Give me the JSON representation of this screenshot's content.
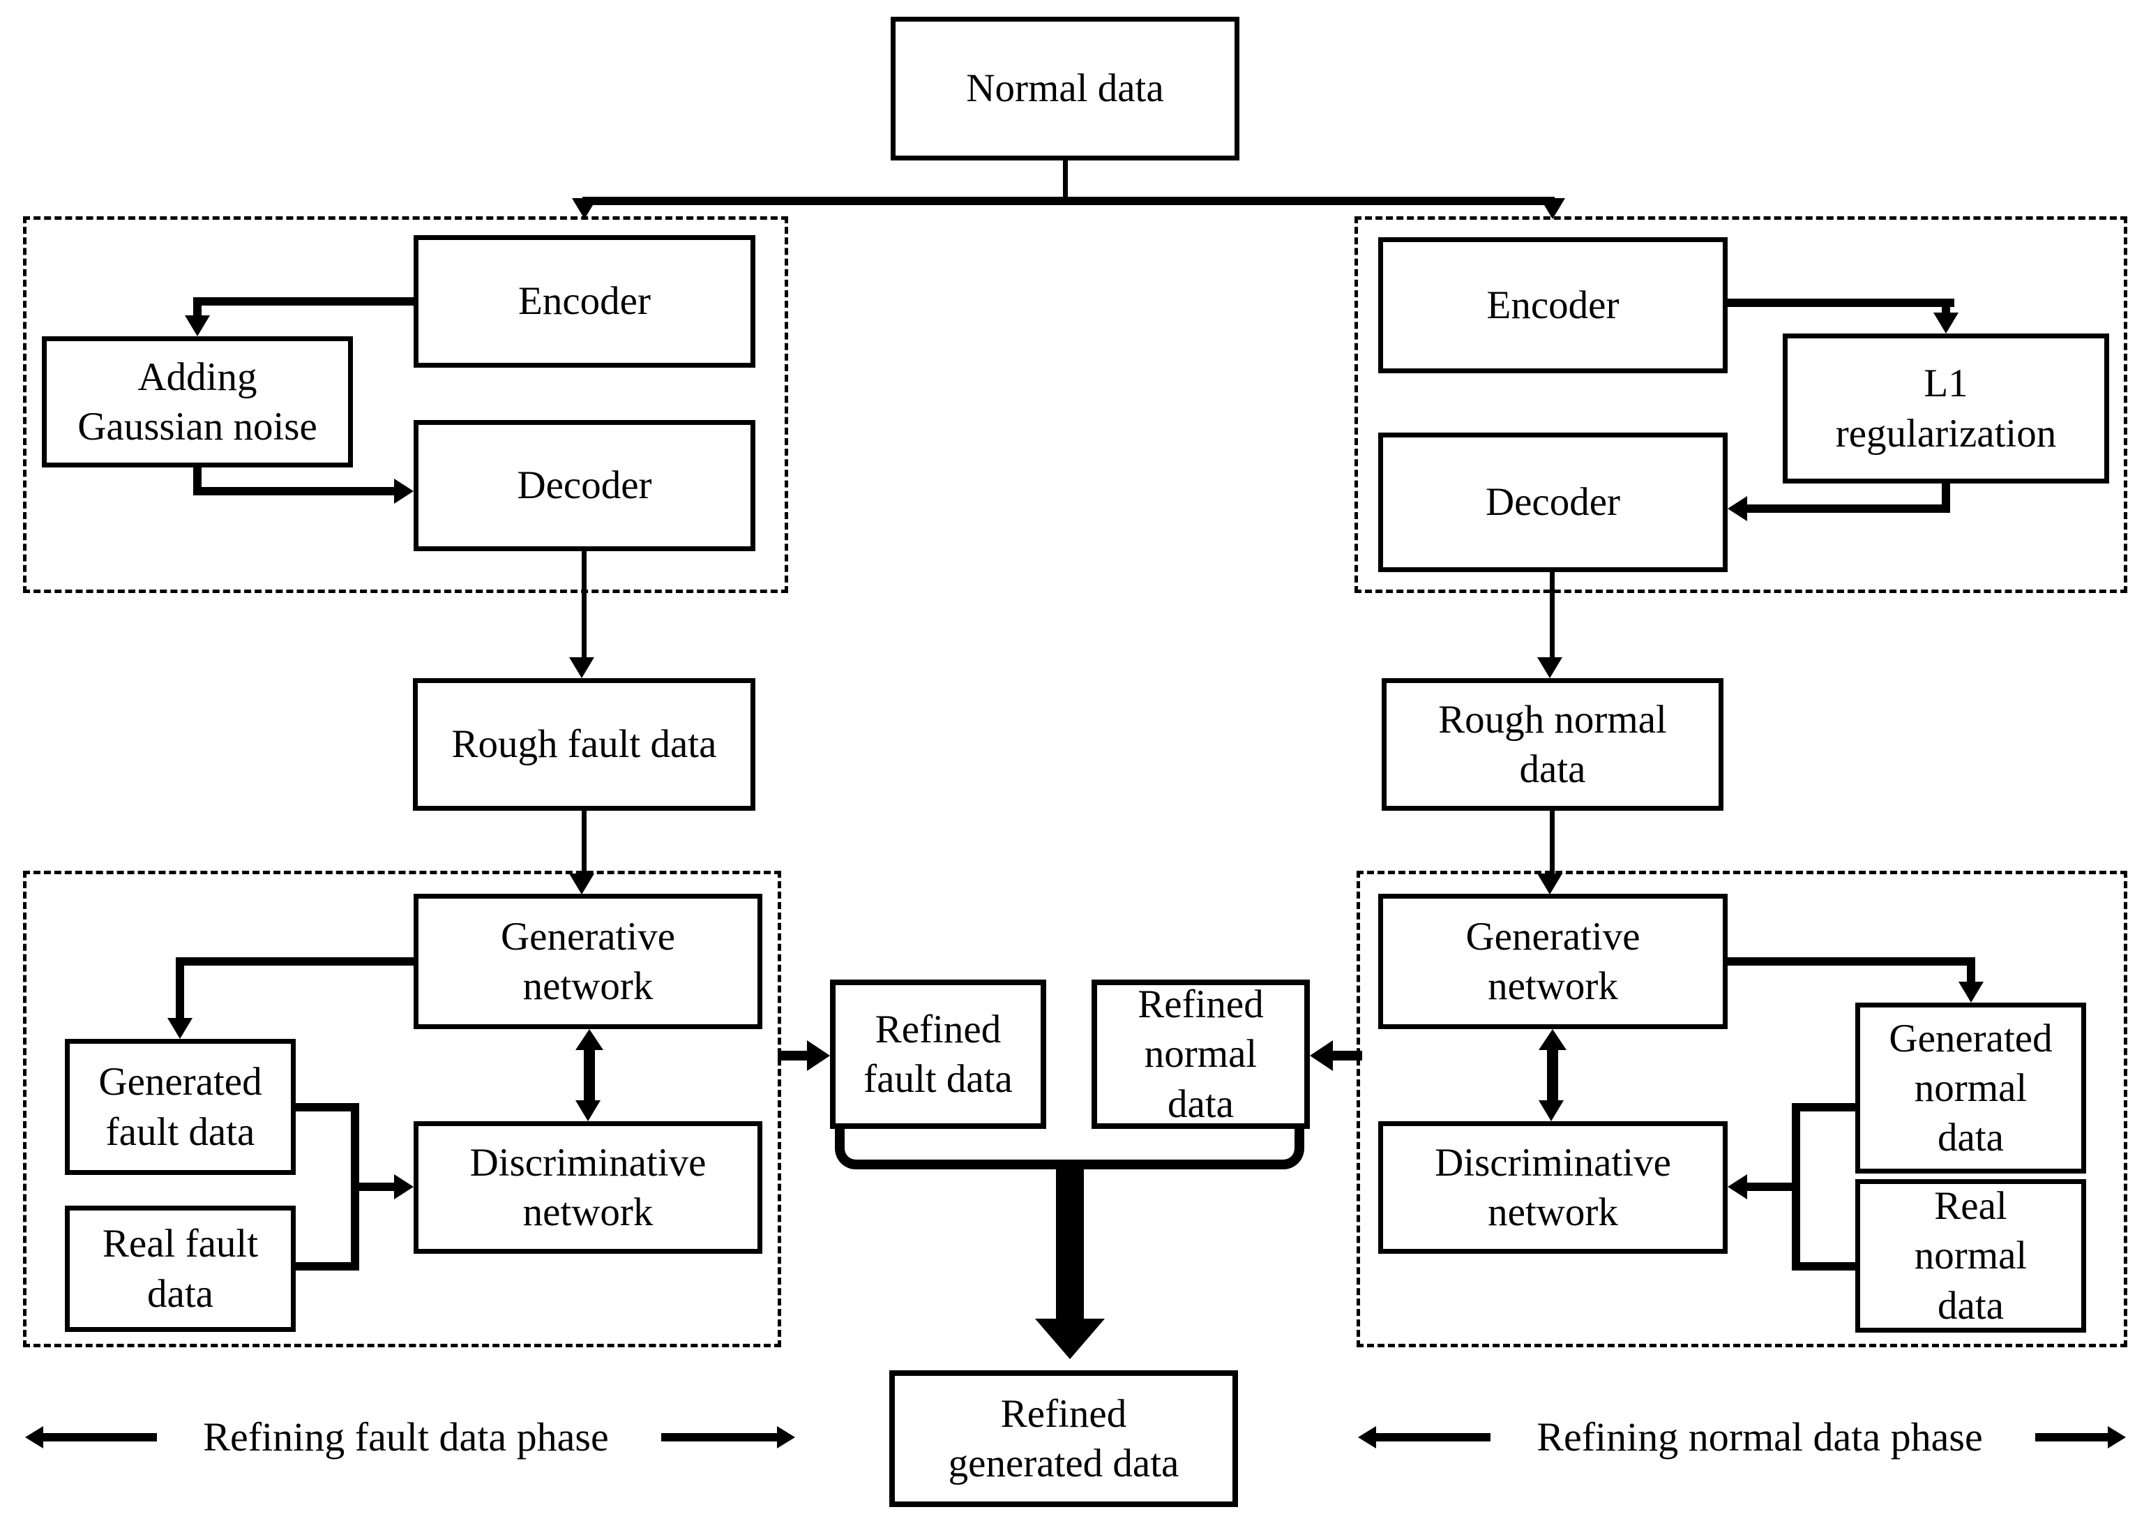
{
  "colors": {
    "ink": "#000000",
    "background": "#ffffff"
  },
  "nodes": {
    "normal_data": "Normal data",
    "refined_generated_data": "Refined\ngenerated data",
    "fault_branch": {
      "encoder": "Encoder",
      "adding_gaussian_noise": "Adding\nGaussian noise",
      "decoder": "Decoder",
      "rough_data": "Rough fault data",
      "generative_network": "Generative\nnetwork",
      "discriminative_network": "Discriminative\nnetwork",
      "generated_data": "Generated\nfault data",
      "real_data": "Real fault\ndata",
      "refined_data": "Refined\nfault data",
      "phase_label": "Refining fault data phase"
    },
    "normal_branch": {
      "encoder": "Encoder",
      "l1_regularization": "L1\nregularization",
      "decoder": "Decoder",
      "rough_data": "Rough normal\ndata",
      "generative_network": "Generative\nnetwork",
      "discriminative_network": "Discriminative\nnetwork",
      "generated_data": "Generated\nnormal\ndata",
      "real_data": "Real\nnormal\ndata",
      "refined_data": "Refined\nnormal\ndata",
      "phase_label": "Refining normal data phase"
    }
  }
}
